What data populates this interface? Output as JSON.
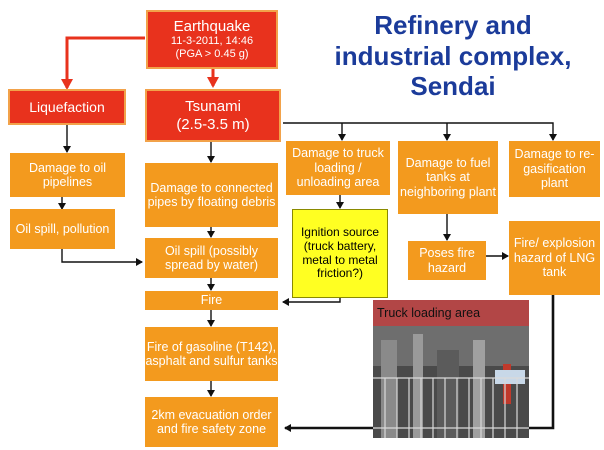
{
  "title": "Refinery and industrial complex, Sendai",
  "earthquake": {
    "line1": "Earthquake",
    "line2": "11-3-2011, 14:46",
    "line3": "(PGA > 0.45 g)"
  },
  "liquefaction": "Liquefaction",
  "tsunami": {
    "line1": "Tsunami",
    "line2": "(2.5-3.5 m)"
  },
  "damage_oil_pipelines": "Damage to oil pipelines",
  "oil_spill_pollution": "Oil spill, pollution",
  "damage_connected_pipes": "Damage to connected pipes by floating debris",
  "oil_spill_spread": "Oil spill (possibly spread by water)",
  "fire": "Fire",
  "fire_tanks": "Fire of gasoline (T142), asphalt and sulfur tanks",
  "evacuation": "2km evacuation order and fire safety zone",
  "damage_truck_area": "Damage to truck loading / unloading area",
  "ignition_source": "Ignition source (truck battery, metal to metal friction?)",
  "damage_fuel_tanks": "Damage to fuel tanks at neighboring plant",
  "poses_fire_hazard": "Poses fire hazard",
  "damage_regas": "Damage to re-gasification plant",
  "fire_explosion_lng": "Fire/ explosion hazard of LNG tank",
  "photo_label": "Truck loading area",
  "colors": {
    "title": "#1b3b9a",
    "box_orange": "#f39a1e",
    "box_red": "#e8321d",
    "box_yellow": "#ffff22",
    "red_arrow": "#e8321d",
    "photo_label_bg": "#b24646"
  }
}
